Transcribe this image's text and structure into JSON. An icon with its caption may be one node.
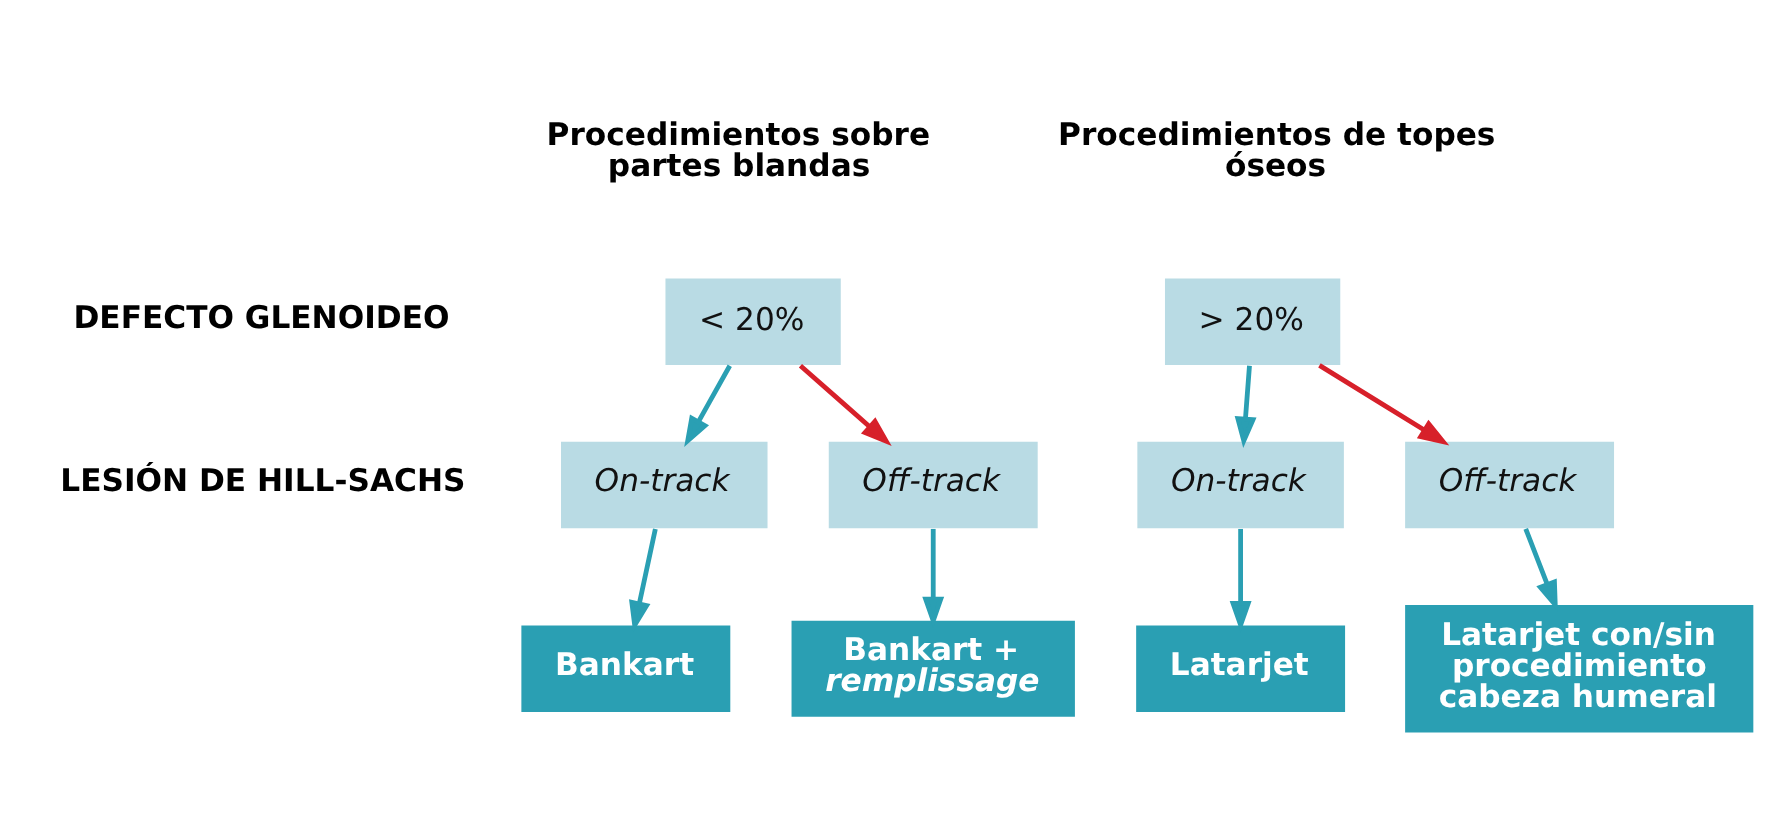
{
  "diagram": {
    "nodes": [
      {
        "text": [
          "< 20%"
        ]
      },
      {
        "text": [
          "> 20%"
        ]
      },
      {
        "text": [
          "On-track"
        ]
      },
      {
        "text": [
          "Off-track"
        ]
      },
      {
        "text": [
          "On-track"
        ]
      },
      {
        "text": [
          "Off-track"
        ]
      },
      {
        "text": [
          "Bankart"
        ]
      },
      {
        "text": [
          "Bankart + *remplissage*"
        ]
      },
      {
        "text": [
          "Latarjet"
        ]
      },
      {
        "text": [
          "Latarjet con/sin procedimiento cabeza humeral"
        ]
      }
    ],
    "edges": [
      {
        "from": 0,
        "to": 2,
        "arrow": "to"
      },
      {
        "from": 0,
        "to": 3,
        "arrow": "to",
        "color": "#d7202a"
      },
      {
        "from": 1,
        "to": 4,
        "arrow": "to"
      },
      {
        "from": 1,
        "to": 5,
        "arrow": "to",
        "color": "#d7202a"
      },
      {
        "from": 2,
        "to": 6,
        "arrow": "to"
      },
      {
        "from": 3,
        "to": 7,
        "arrow": "to"
      },
      {
        "from": 4,
        "to": 8,
        "arrow": "to"
      },
      {
        "from": 5,
        "to": 9,
        "arrow": "to"
      }
    ],
    "labels": [
      "Procedimientos sobre partes blandas",
      "Procedimientos de topes óseos",
      "DEFECTO GLENOIDEO",
      "LESIÓN DE HILL-SACHS"
    ]
  }
}
